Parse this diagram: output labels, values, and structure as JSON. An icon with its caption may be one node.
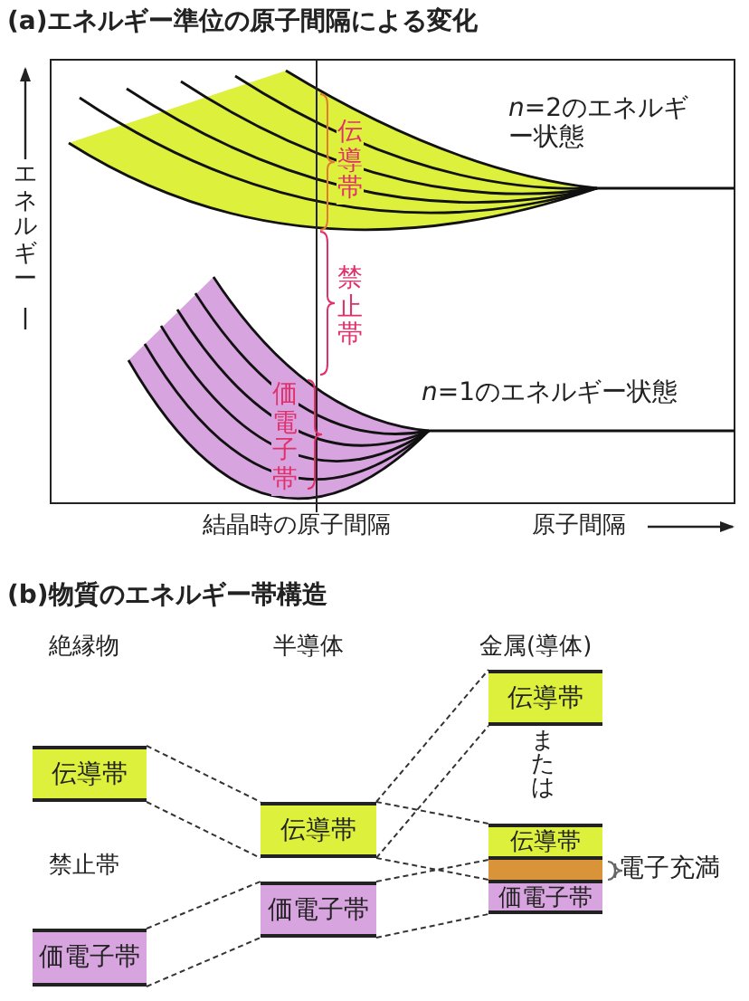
{
  "diagram": {
    "nodes": [
      {
        "text": [
          "伝導帯"
        ]
      },
      {
        "text": [
          "価電子帯"
        ]
      },
      {
        "text": [
          "伝導帯"
        ]
      },
      {
        "text": [
          "価電子帯"
        ]
      },
      {
        "text": [
          "伝導帯"
        ]
      },
      {
        "text": [
          "伝導帯"
        ]
      },
      {
        "text": [],
        "shape": "bar"
      },
      {
        "text": [
          "価電子帯"
        ]
      }
    ],
    "edges": [
      {
        "from": 0,
        "to": 2,
        "arrow": "none",
        "style": "dashed"
      },
      {
        "from": 0,
        "to": 2,
        "arrow": "none",
        "style": "dashed"
      },
      {
        "from": 1,
        "to": 3,
        "arrow": "none",
        "style": "dashed"
      },
      {
        "from": 1,
        "to": 3,
        "arrow": "none",
        "style": "dashed"
      },
      {
        "from": 2,
        "to": 4,
        "arrow": "none",
        "style": "dashed"
      },
      {
        "from": 2,
        "to": 4,
        "arrow": "none",
        "style": "dashed"
      },
      {
        "from": 2,
        "to": 5,
        "arrow": "none",
        "style": "dashed"
      },
      {
        "from": 2,
        "to": 7,
        "arrow": "none",
        "style": "dashed"
      },
      {
        "from": 3,
        "to": 5,
        "arrow": "none",
        "style": "dashed"
      },
      {
        "from": 3,
        "to": 7,
        "arrow": "none",
        "style": "dashed"
      }
    ],
    "labels": [
      "(a)エネルギー準位の原子間隔による変化",
      "エネルギー",
      "伝導帯",
      "禁止帯",
      "価電子帯",
      "*n*=2のエネルギー状態",
      "*n*=1のエネルギー状態",
      "結晶時の原子間隔",
      "原子間隔",
      "(b)物質のエネルギー帯構造",
      "絶縁物",
      "半導体",
      "金属(導体)",
      "禁止帯",
      "または",
      "電子充満"
    ]
  }
}
